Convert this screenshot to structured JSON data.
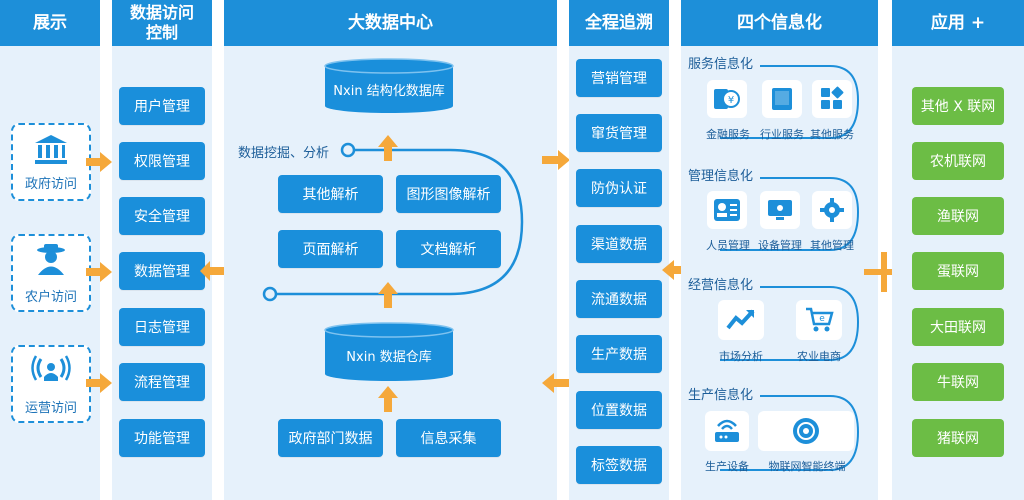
{
  "columns": {
    "display": "展示",
    "access_control": "数据访问\n控制",
    "big_data": "大数据中心",
    "trace": "全程追溯",
    "info": "四个信息化",
    "apps": "应用 +"
  },
  "visitors": [
    "政府访问",
    "农户访问",
    "运营访问"
  ],
  "access_items": [
    "用户管理",
    "权限管理",
    "安全管理",
    "数据管理",
    "日志管理",
    "流程管理",
    "功能管理"
  ],
  "big_data": {
    "structured_db": "Nxin 结构化数据库",
    "mining": "数据挖掘、分析",
    "parsers": [
      "其他解析",
      "图形图像解析",
      "页面解析",
      "文档解析"
    ],
    "warehouse": "Nxin 数据仓库",
    "sources": [
      "政府部门数据",
      "信息采集"
    ]
  },
  "trace_items": [
    "营销管理",
    "窜货管理",
    "防伪认证",
    "渠道数据",
    "流通数据",
    "生产数据",
    "位置数据",
    "标签数据"
  ],
  "info": {
    "sections": [
      {
        "title": "服务信息化",
        "items": [
          "金融服务",
          "行业服务",
          "其他服务"
        ],
        "icons": [
          "finance-icon",
          "book-icon",
          "grid-icon"
        ]
      },
      {
        "title": "管理信息化",
        "items": [
          "人员管理",
          "设备管理",
          "其他管理"
        ],
        "icons": [
          "badge-icon",
          "monitor-icon",
          "gear-icon"
        ]
      },
      {
        "title": "经营信息化",
        "items": [
          "市场分析",
          "农业电商"
        ],
        "icons": [
          "trend-icon",
          "ecommerce-icon"
        ]
      },
      {
        "title": "生产信息化",
        "items": [
          "生产设备",
          "物联网智能终端"
        ],
        "icons": [
          "router-icon",
          "disc-icon"
        ]
      }
    ]
  },
  "apps": [
    "其他 X 联网",
    "农机联网",
    "渔联网",
    "蛋联网",
    "大田联网",
    "牛联网",
    "猪联网"
  ],
  "colors": {
    "blue": "#1a8fdb",
    "green": "#6cbd45",
    "orange": "#f5a83a",
    "panel": "#e6f1fb"
  }
}
